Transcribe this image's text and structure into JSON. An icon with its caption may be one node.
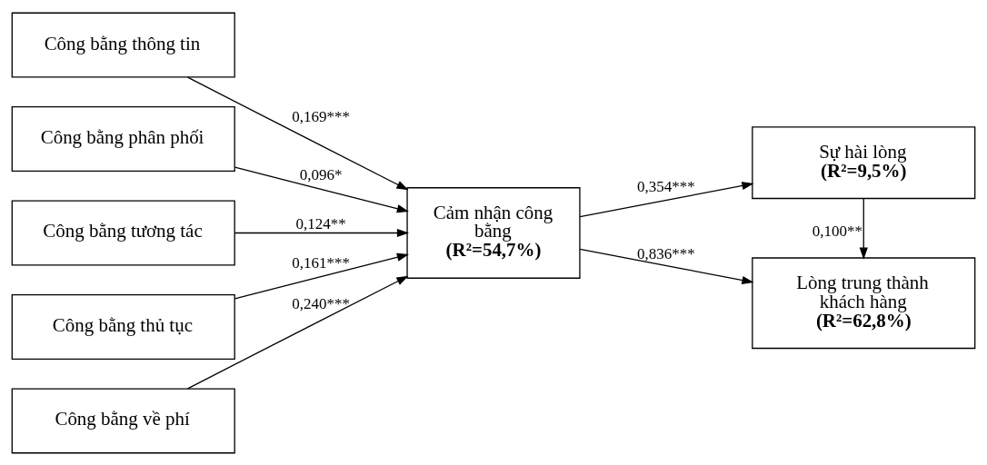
{
  "diagram": {
    "nodes": [
      {
        "text": [
          "Công bằng thông tin"
        ]
      },
      {
        "text": [
          "Công bằng phân phối"
        ]
      },
      {
        "text": [
          "Công bằng tương tác"
        ]
      },
      {
        "text": [
          "Công bằng thủ tục"
        ]
      },
      {
        "text": [
          "Công bằng về phí"
        ]
      },
      {
        "text": [
          "Cảm nhận công bằng",
          "(R²=54,7%)"
        ]
      },
      {
        "text": [
          "Sự hài lòng",
          "(R²=9,5%)"
        ]
      },
      {
        "text": [
          "Lòng trung thành khách hàng",
          "(R²=62,8%)"
        ]
      }
    ],
    "edges": [
      {
        "from": 0,
        "to": 5,
        "arrow": "to",
        "label": "0,169***"
      },
      {
        "from": 1,
        "to": 5,
        "arrow": "to",
        "label": "0,096*"
      },
      {
        "from": 2,
        "to": 5,
        "arrow": "to",
        "label": "0,124**"
      },
      {
        "from": 3,
        "to": 5,
        "arrow": "to",
        "label": "0,161***"
      },
      {
        "from": 4,
        "to": 5,
        "arrow": "to",
        "label": "0,240***"
      },
      {
        "from": 5,
        "to": 6,
        "arrow": "to",
        "label": "0,354***"
      },
      {
        "from": 5,
        "to": 7,
        "arrow": "to",
        "label": "0,836***"
      },
      {
        "from": 6,
        "to": 7,
        "arrow": "to",
        "label": "0,100**"
      }
    ]
  }
}
